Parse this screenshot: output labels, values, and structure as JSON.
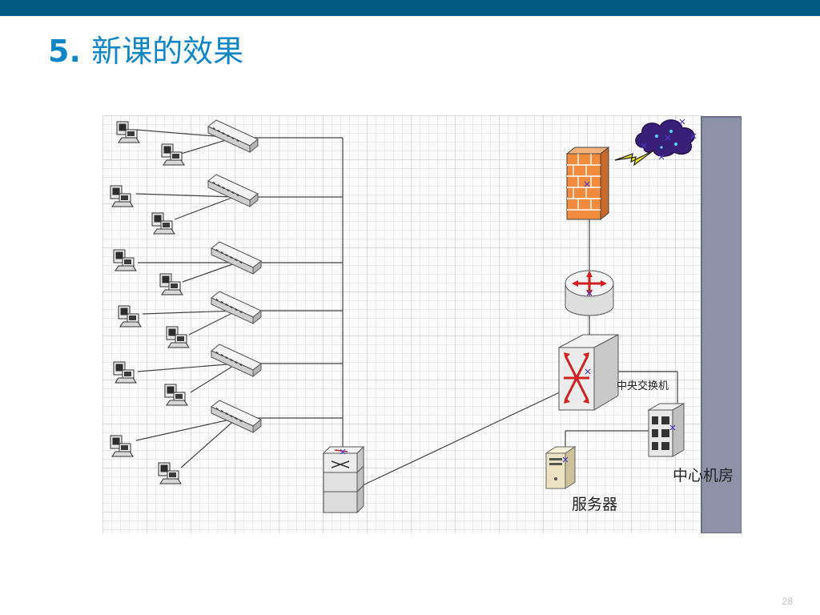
{
  "slide": {
    "title_number": "5.",
    "title_text": "新课的效果",
    "page_number": "28"
  },
  "diagram": {
    "labels": {
      "central_switch": "中央交换机",
      "server_room": "中心机房",
      "server": "服务器"
    },
    "icons": {
      "internet": "cloud-icon",
      "firewall": "firewall-icon",
      "router": "router-icon",
      "core_switch": "core-switch-icon",
      "rack": "server-rack-icon",
      "server": "server-icon",
      "stacked_switch": "stacked-switch-icon",
      "access_switch": "access-switch-icon",
      "workstation": "workstation-icon",
      "link": "lightning-link-icon"
    },
    "colors": {
      "title_bar": "#005a82",
      "title_text": "#0f86c6",
      "firewall": "#f08a3c",
      "router_arrows": "#d02020",
      "cloud": "#3a1f7a",
      "wall": "#8d92a8"
    }
  }
}
